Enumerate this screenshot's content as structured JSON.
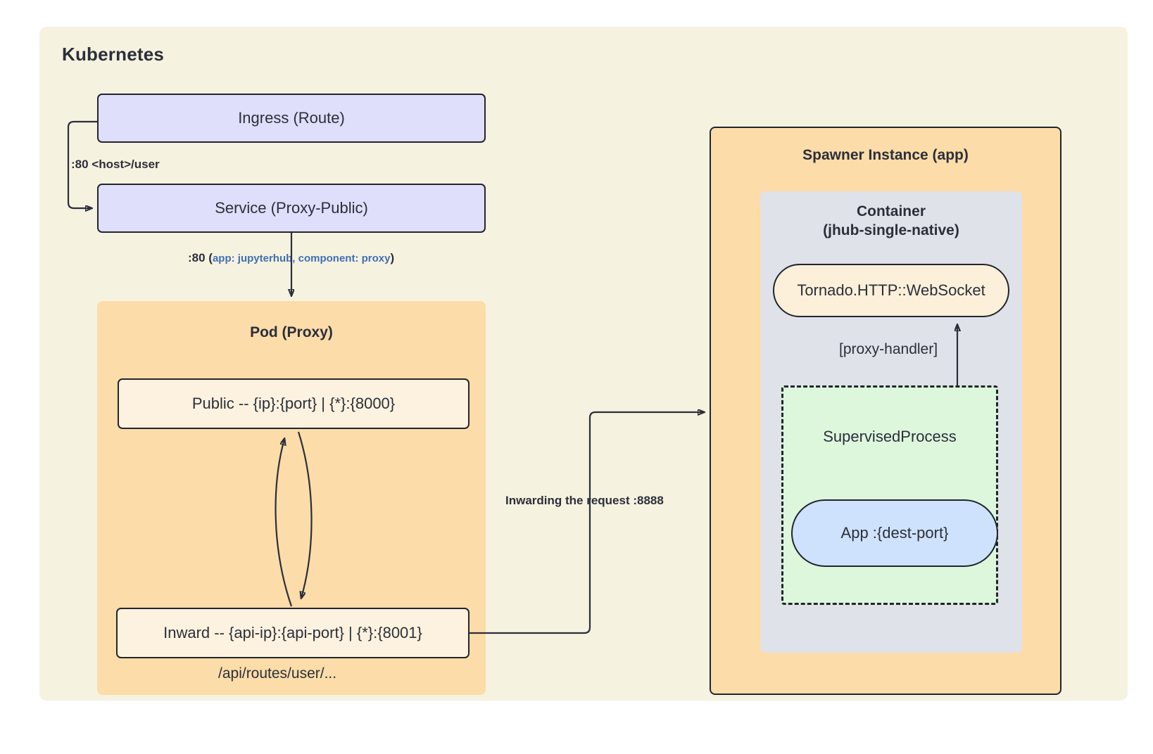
{
  "diagram": {
    "cluster": {
      "title": "Kubernetes"
    },
    "nodes": {
      "ingress": "Ingress (Route)",
      "service": "Service (Proxy-Public)",
      "pod_proxy_title": "Pod (Proxy)",
      "public_endpoint": "Public -- {ip}:{port} | {*}:{8000}",
      "inward_endpoint": "Inward -- {api-ip}:{api-port} | {*}:{8001}",
      "spawner_title": "Spawner Instance (app)",
      "container_title_line1": "Container",
      "container_title_line2": "(jhub-single-native)",
      "tornado": "Tornado.HTTP::WebSocket",
      "supervised_process": "SupervisedProcess",
      "app": "App :{dest-port}"
    },
    "edge_labels": {
      "ingress_to_service": ":80 <host>/user",
      "service_to_pod_port": ":80 (",
      "service_to_pod_selector": "app: jupyterhub, component: proxy",
      "service_to_pod_close": ")",
      "api_route": "/api/routes/user/...",
      "inwarding": "Inwarding the request :8888",
      "proxy_handler": "[proxy-handler]"
    },
    "colors": {
      "cluster_bg": "#f6f2e0",
      "k8s_resource": "#dfdefb",
      "group_orange": "#fcdca9",
      "container_grey": "#dfe2e8",
      "endpoint_cream": "#fdf2df",
      "supervised_green": "#ddf7dd",
      "app_blue": "#cfe2fd",
      "stroke": "#2b2f3a",
      "selector_text": "#3f6eb5"
    }
  }
}
